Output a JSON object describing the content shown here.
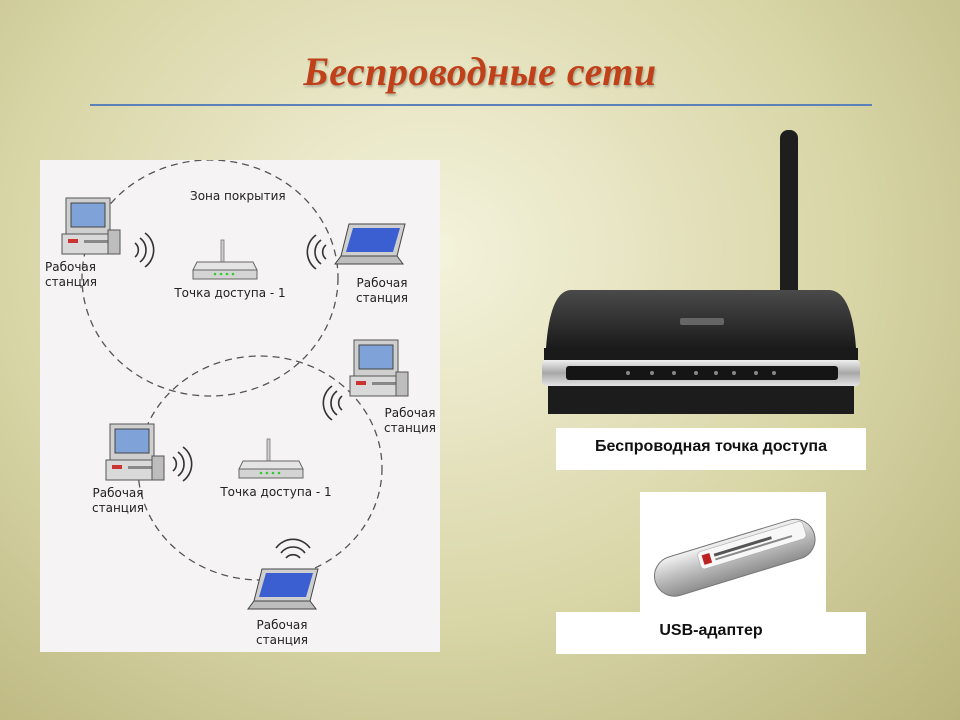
{
  "slide": {
    "title": "Беспроводные сети"
  },
  "diagram": {
    "coverage_label": "Зона покрытия",
    "access_point_1": "Точка доступа - 1",
    "access_point_2": "Точка доступа - 1",
    "workstation_label_line1": "Рабочая",
    "workstation_label_line2": "станция"
  },
  "photos": {
    "router_caption": "Беспроводная точка доступа",
    "usb_caption": "USB-адаптер"
  },
  "colors": {
    "title": "#c0401a",
    "rule": "#5b82b8",
    "screen": "#3b5fd0"
  }
}
